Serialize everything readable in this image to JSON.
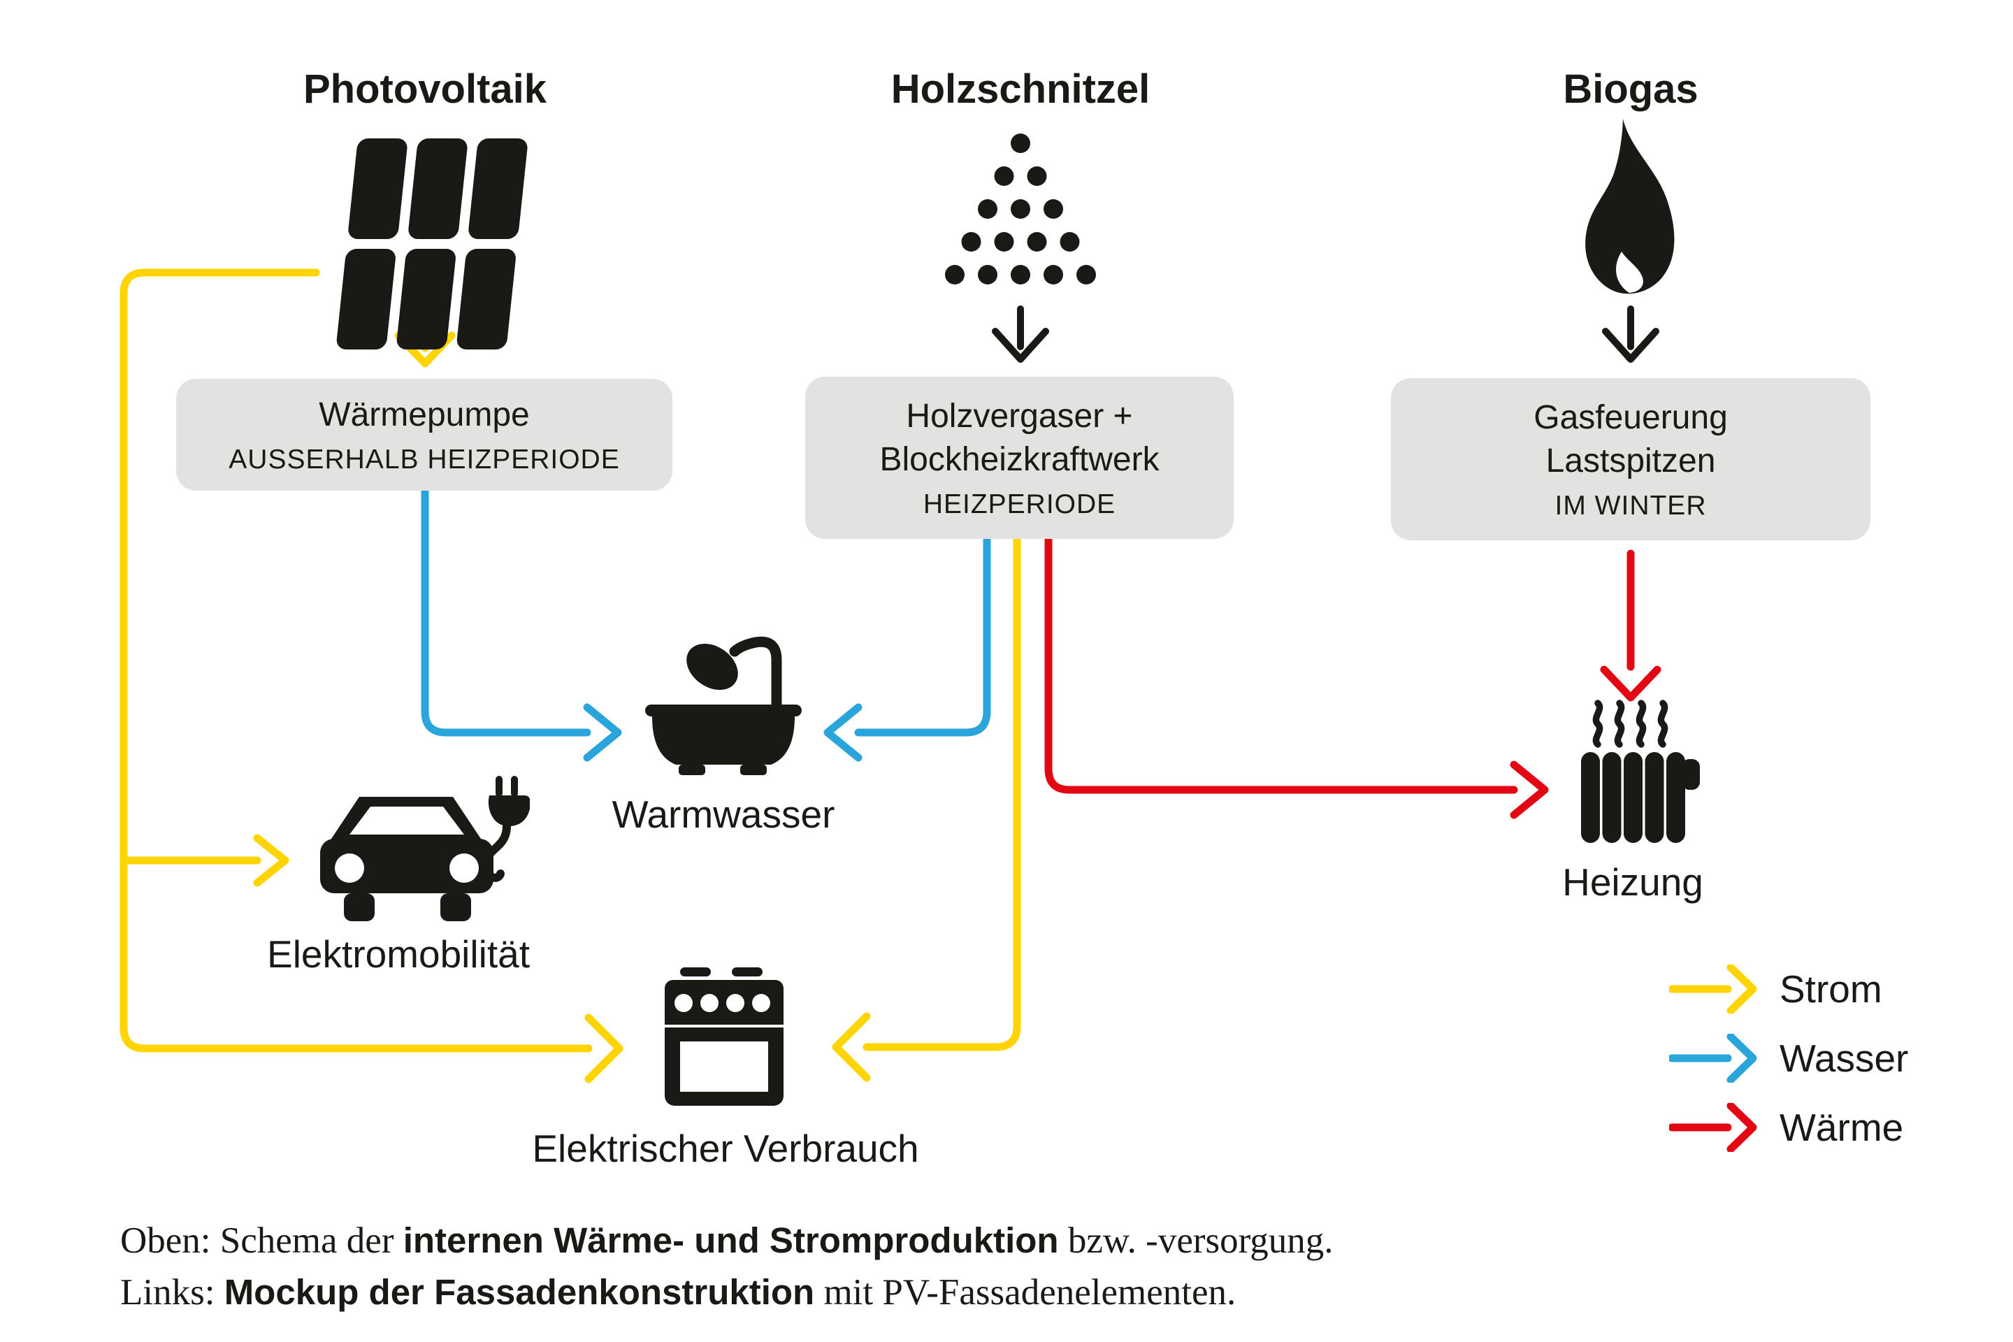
{
  "colors": {
    "strom": "#ffd400",
    "wasser": "#29a5dc",
    "waerme": "#e30613",
    "box": "#e3e2e0",
    "ink": "#1a1916"
  },
  "sources": {
    "photovoltaik": {
      "title": "Photovoltaik",
      "icon": "solar-panel-icon"
    },
    "holzschnitzel": {
      "title": "Holzschnitzel",
      "icon": "wood-chips-pile-icon"
    },
    "biogas": {
      "title": "Biogas",
      "icon": "flame-icon"
    }
  },
  "converters": {
    "waermepumpe": {
      "title": "Wärmepumpe",
      "subtitle": "AUSSERHALB HEIZPERIODE"
    },
    "holzvergaser": {
      "title_line1": "Holzvergaser +",
      "title_line2": "Blockheizkraftwerk",
      "subtitle": "HEIZPERIODE"
    },
    "gasfeuerung": {
      "title_line1": "Gasfeuerung",
      "title_line2": "Lastspitzen",
      "subtitle": "IM WINTER"
    }
  },
  "consumers": {
    "warmwasser": {
      "label": "Warmwasser",
      "icon": "bathtub-shower-icon"
    },
    "elektromobilitaet": {
      "label": "Elektromobilität",
      "icon": "electric-car-plug-icon"
    },
    "elektrischer_verbrauch": {
      "label": "Elektrischer Verbrauch",
      "icon": "stove-icon"
    },
    "heizung": {
      "label": "Heizung",
      "icon": "radiator-icon"
    }
  },
  "legend": {
    "strom": "Strom",
    "wasser": "Wasser",
    "waerme": "Wärme"
  },
  "caption": {
    "line1_pre": "Oben: Schema der ",
    "line1_bold": "internen Wärme- und Stromproduktion",
    "line1_post": " bzw. -versorgung.",
    "line2_pre": "Links: ",
    "line2_bold": "Mockup der Fassadenkonstruktion",
    "line2_post": " mit PV-Fassadenelementen."
  }
}
